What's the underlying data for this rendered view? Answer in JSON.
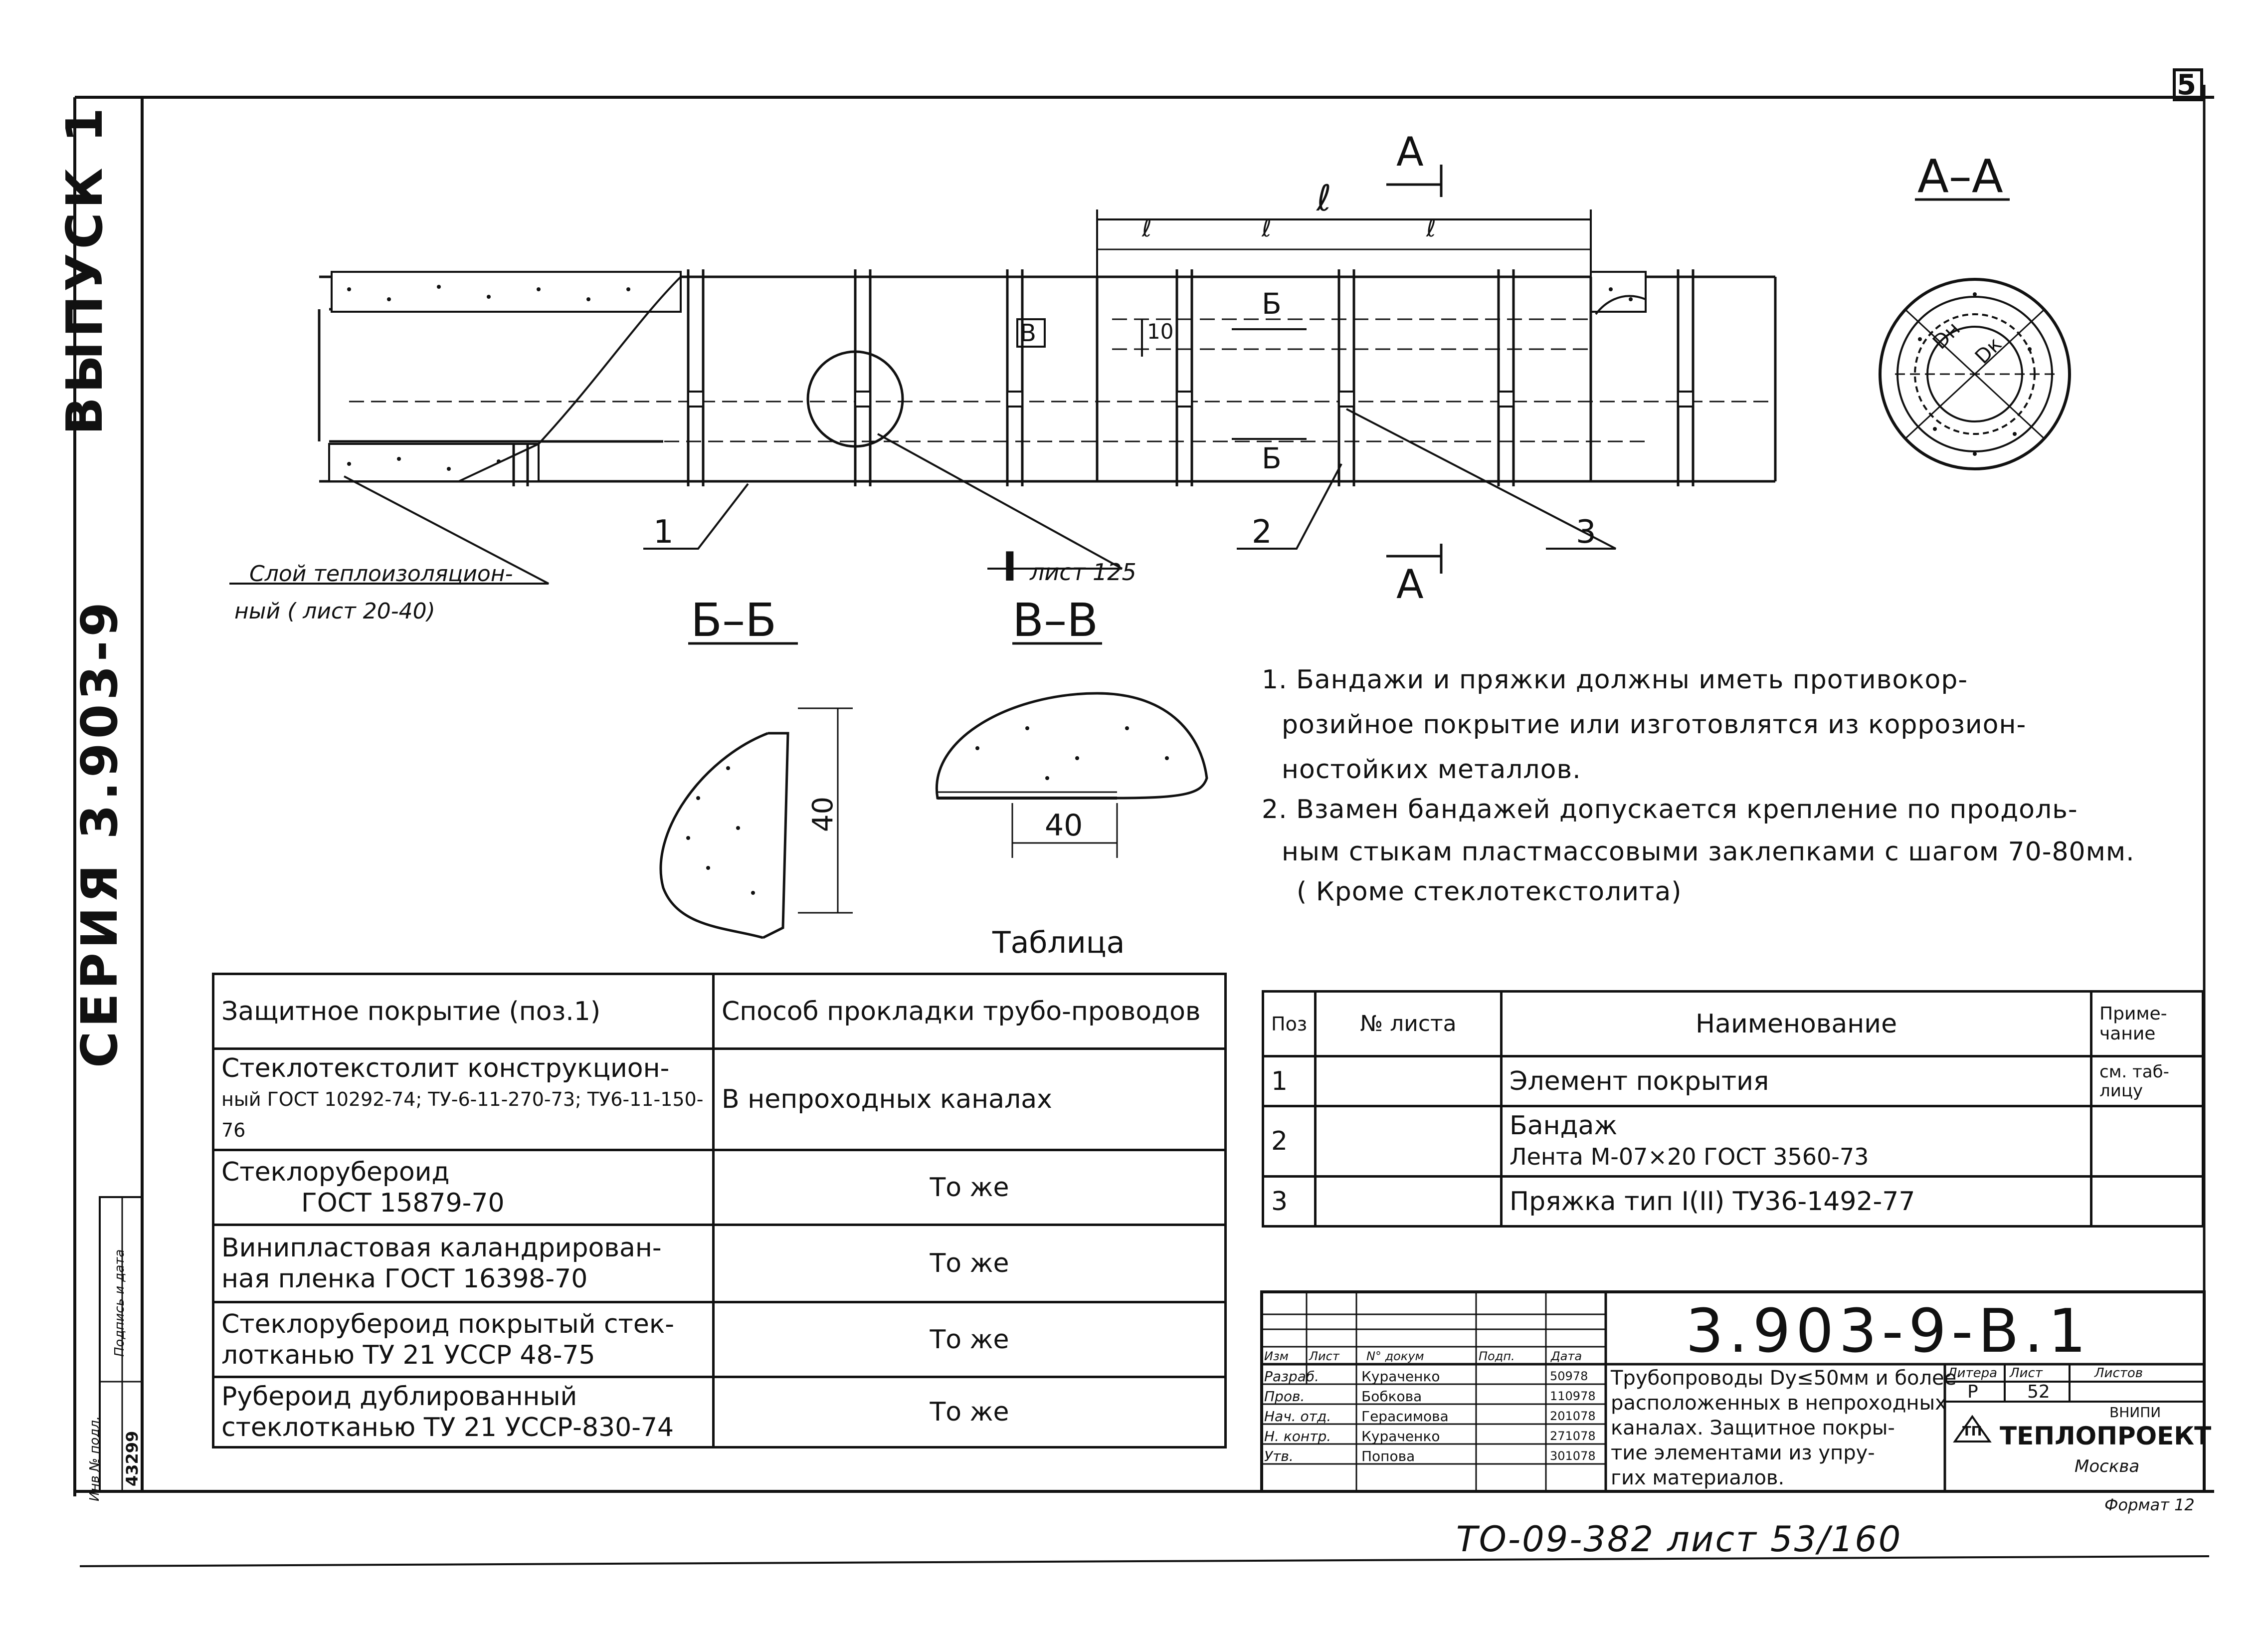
{
  "side_stamp": {
    "series": "СЕРИЯ 3.903-9",
    "issue": "ВЫПУСК 1",
    "inv_label": "Инв № подл.",
    "sign_label": "Подпись и дата",
    "inv_number": "43299"
  },
  "corner_mark": "5",
  "drawing": {
    "section_aa_label": "А–А",
    "cut_a_top": "А",
    "cut_a_bottom": "А",
    "dim_l": "ℓ",
    "dim_l2_a": "ℓ",
    "dim_l2_b": "ℓ",
    "dim_l2_c": "ℓ",
    "cut_b_top": "Б",
    "cut_b_bottom": "Б",
    "cut_v": "В",
    "dim_small": "10",
    "pos1": "1",
    "pos2": "2",
    "pos3": "3",
    "detail_ref": "I",
    "detail_sheet": "лист 125",
    "layer_label_1": "Слой теплоизоляцион-",
    "layer_label_2": "ный ( лист 20-40)",
    "section_bb": "Б–Б",
    "section_vv": "В–В",
    "dim_40a": "40",
    "dim_40b": "40",
    "aa_dn": "Dн",
    "aa_dk": "Dк"
  },
  "notes": [
    "1. Бандажи и пряжки должны иметь противокор-",
    "розийное покрытие или изготовлятся из коррозион-",
    "ностойких металлов.",
    "2. Взамен бандажей допускается крепление по продоль-",
    "ным стыкам пластмассовыми заклепками с шагом 70-80мм.",
    "( Кроме стеклотекстолита)"
  ],
  "coverings_table": {
    "caption": "Таблица",
    "headers": [
      "Защитное покрытие (поз.1)",
      "Способ прокладки трубо-проводов"
    ],
    "rows": [
      {
        "name": "Стеклотекстолит конструкцион-",
        "name2": "ный ГОСТ 10292-74; ТУ-6-11-270-73; ТУ6-11-150-76",
        "method": "В непроходных каналах"
      },
      {
        "name": "Стеклорубероид",
        "name2": "ГОСТ 15879-70",
        "method": "То же"
      },
      {
        "name": "Винипластовая каландрирован-",
        "name2": "ная пленка ГОСТ 16398-70",
        "method": "То же"
      },
      {
        "name": "Стеклорубероид покрытый стек-",
        "name2": "лотканью ТУ 21 УССР 48-75",
        "method": "То же"
      },
      {
        "name": "Рубероид дублированный",
        "name2": "стеклотканью ТУ 21 УССР-830-74",
        "method": "То же"
      }
    ]
  },
  "spec_table": {
    "headers": {
      "pos": "Поз",
      "sheet": "№ листа",
      "name": "Наименование",
      "note": "Приме-чание"
    },
    "rows": [
      {
        "pos": "1",
        "sheet": "",
        "name": "Элемент покрытия",
        "name2": "",
        "note": "см. таб-лицу"
      },
      {
        "pos": "2",
        "sheet": "",
        "name": "Бандаж",
        "name2": "Лента М-07×20 ГОСТ 3560-73",
        "note": ""
      },
      {
        "pos": "3",
        "sheet": "",
        "name": "Пряжка тип I(II) ТУ36-1492-77",
        "name2": "",
        "note": ""
      }
    ]
  },
  "title_block": {
    "code": "3.903-9-В.1",
    "col_headers": [
      "Изм",
      "Лист",
      "N° докум",
      "Подп.",
      "Дата"
    ],
    "roles": [
      {
        "role": "Разраб.",
        "name": "Кураченко",
        "date": "50978"
      },
      {
        "role": "Пров.",
        "name": "Бобкова",
        "date": "110978"
      },
      {
        "role": "Нач. отд.",
        "name": "Герасимова",
        "date": "201078"
      },
      {
        "role": "Н. контр.",
        "name": "Кураченко",
        "date": "271078"
      },
      {
        "role": "Утв.",
        "name": "Попова",
        "date": "301078"
      }
    ],
    "title_lines": [
      "Трубопроводы Dу≤50мм и более",
      "расположенных в непроходных",
      "каналах. Защитное покры-",
      "тие элементами из упру-",
      "гих материалов."
    ],
    "stage_label": "Литера",
    "sheet_label": "Лист",
    "sheets_label": "Листов",
    "stage": "Р",
    "sheet": "52",
    "org_small": "ВНИПИ",
    "org": "ТЕПЛОПРОЕКТ",
    "city": "Москва",
    "format": "Формат 12"
  },
  "footer_ref": "ТО-09-382 лист 53/160"
}
